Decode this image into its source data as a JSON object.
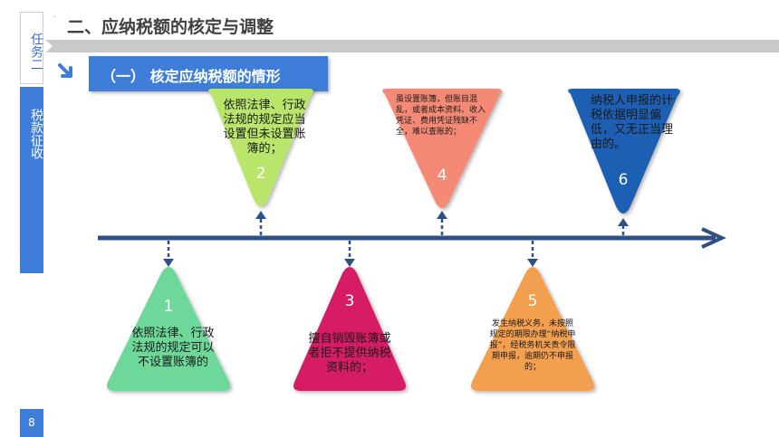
{
  "header": {
    "title": "二、应纳税额的核定与调整",
    "section_label": "（一）  核定应纳税额的情形",
    "dot": "·"
  },
  "sidebar": {
    "task": "任务二",
    "topic": "税款征收",
    "page": "8"
  },
  "cases": [
    {
      "number": "1",
      "text": "依照法律、行政法规的规定可以不设置账簿的",
      "color": "#6dd89a"
    },
    {
      "number": "2",
      "text": "依照法律、行政法规的规定应当设置但未设置账簿的；",
      "color": "#b9e56b"
    },
    {
      "number": "3",
      "text": "擅自销毁账簿或者拒不提供纳税资料的；",
      "color": "#d71e66"
    },
    {
      "number": "4",
      "text": "虽设置账簿，但账目混乱，或者成本资料、收入凭证、费用凭证残缺不全，难以查账的；",
      "color": "#f48a74"
    },
    {
      "number": "5",
      "text": "发生纳税义务，未按照规定的期限办理“纳税申报”，经税务机关责令限期申报，逾期仍不申报的；",
      "color": "#f2a050"
    },
    {
      "number": "6",
      "text": "纳税人申报的计税依据明显偏低，又无正当理由的。",
      "color": "#1d5fb3"
    }
  ],
  "colors": {
    "accent": "#3f7ed8",
    "timeline": "#2f4f85"
  }
}
